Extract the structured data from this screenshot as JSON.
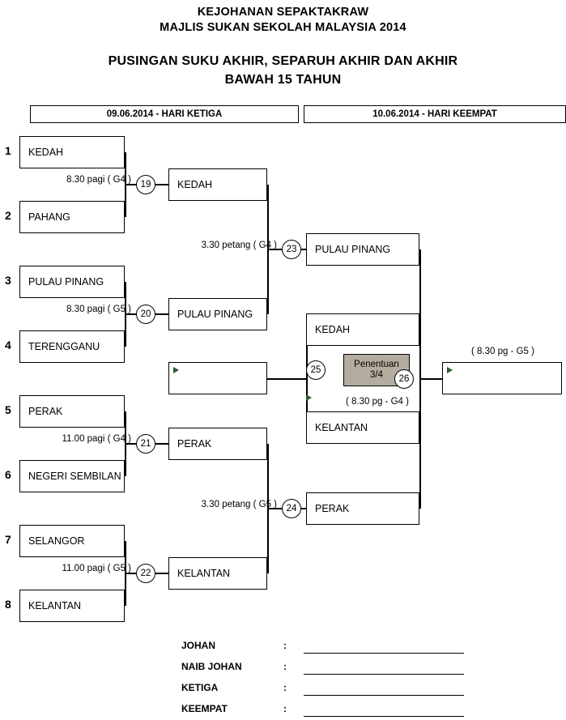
{
  "header": {
    "line1": "KEJOHANAN SEPAKTAKRAW",
    "line2": "MAJLIS SUKAN SEKOLAH MALAYSIA 2014",
    "line3": "PUSINGAN SUKU AKHIR, SEPARUH AKHIR DAN AKHIR",
    "line4": "BAWAH 15 TAHUN"
  },
  "daybars": [
    {
      "label": "09.06.2014 - HARI KETIGA"
    },
    {
      "label": "10.06.2014 - HARI KEEMPAT"
    }
  ],
  "seeds": [
    "1",
    "2",
    "3",
    "4",
    "5",
    "6",
    "7",
    "8"
  ],
  "teams": [
    {
      "seed": "1",
      "name": "KEDAH"
    },
    {
      "seed": "2",
      "name": "PAHANG"
    },
    {
      "seed": "3",
      "name": "PULAU PINANG"
    },
    {
      "seed": "4",
      "name": "TERENGGANU"
    },
    {
      "seed": "5",
      "name": "PERAK"
    },
    {
      "seed": "6",
      "name": "NEGERI SEMBILAN"
    },
    {
      "seed": "7",
      "name": "SELANGOR"
    },
    {
      "seed": "8",
      "name": "KELANTAN"
    }
  ],
  "quarterfinals": [
    {
      "number": "19",
      "time": "8.30 pagi ( G4 )",
      "winner": "KEDAH"
    },
    {
      "number": "20",
      "time": "8.30 pagi ( G5 )",
      "winner": "PULAU PINANG"
    },
    {
      "number": "21",
      "time": "11.00 pagi ( G4 )",
      "winner": "PERAK"
    },
    {
      "number": "22",
      "time": "11.00 pagi ( G5 )",
      "winner": "KELANTAN"
    }
  ],
  "semifinals": [
    {
      "number": "23",
      "time": "3.30 petang ( G4 )",
      "winner": "PULAU PINANG"
    },
    {
      "number": "24",
      "time": "3.30 petang ( G5 )",
      "winner": "PERAK"
    }
  ],
  "third_place": {
    "number": "25",
    "label": "Penentuan 3/4",
    "label_line1": "Penentuan",
    "label_line2": "3/4",
    "time": "( 8.30 pg - G4 )",
    "upper_team": "KEDAH",
    "lower_team": "KELANTAN",
    "empty_box": ""
  },
  "final": {
    "number": "26",
    "time": "( 8.30 pg - G5 )",
    "champion_box": ""
  },
  "results": [
    {
      "label": "JOHAN",
      "colon": ":",
      "value": ""
    },
    {
      "label": "NAIB JOHAN",
      "colon": ":",
      "value": ""
    },
    {
      "label": "KETIGA",
      "colon": ":",
      "value": ""
    },
    {
      "label": "KEEMPAT",
      "colon": ":",
      "value": ""
    }
  ],
  "colors": {
    "playoff_fill": "#b5aca0",
    "line": "#000000",
    "arrow": "#2e5a2e"
  }
}
